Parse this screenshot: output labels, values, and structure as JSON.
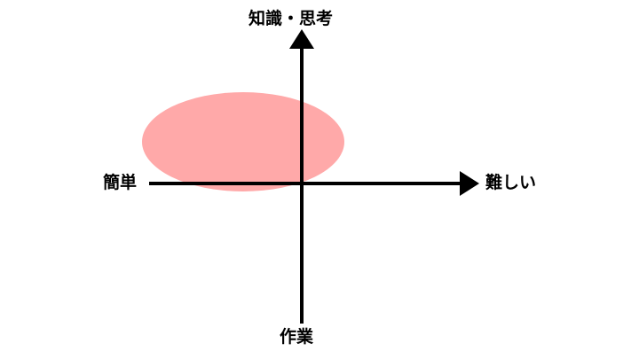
{
  "labels": {
    "top": "知識・思考",
    "right": "難しい",
    "left": "簡単",
    "bottom": "作業"
  },
  "colors": {
    "axis": "#000000",
    "highlight_fill": "#ff8c8c",
    "background": "#ffffff"
  }
}
